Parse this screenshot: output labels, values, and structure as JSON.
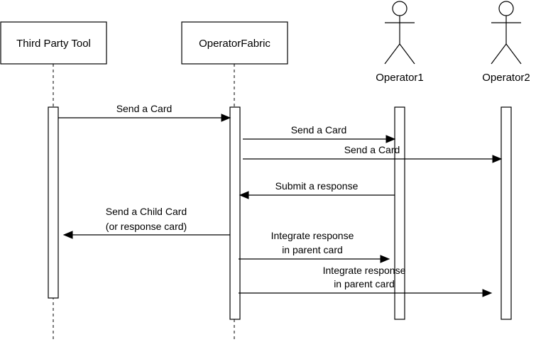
{
  "participants": {
    "third_party_tool": "Third Party Tool",
    "operator_fabric": "OperatorFabric",
    "operator1": "Operator1",
    "operator2": "Operator2"
  },
  "messages": {
    "m1": "Send a Card",
    "m2": "Send a Card",
    "m3": "Send a Card",
    "m4": "Submit a response",
    "m5_line1": "Send a Child Card",
    "m5_line2": "(or response card)",
    "m6_line1": "Integrate response",
    "m6_line2": "in parent card",
    "m7_line1": "Integrate response",
    "m7_line2": "in parent card"
  }
}
